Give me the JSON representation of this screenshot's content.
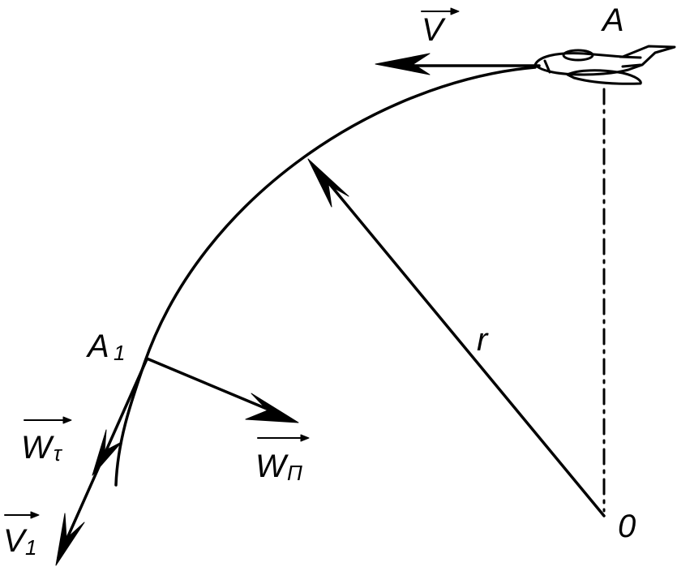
{
  "labels": {
    "v_vec": "V",
    "point_a": "A",
    "point_a1": "A",
    "point_a1_sub": "1",
    "radius": "r",
    "center": "0",
    "w_tau": "W",
    "w_tau_sub": "τ",
    "w_n": "W",
    "w_n_sub": "П",
    "v1": "V",
    "v1_sub": "1"
  },
  "colors": {
    "stroke": "#000000",
    "background": "#ffffff"
  }
}
